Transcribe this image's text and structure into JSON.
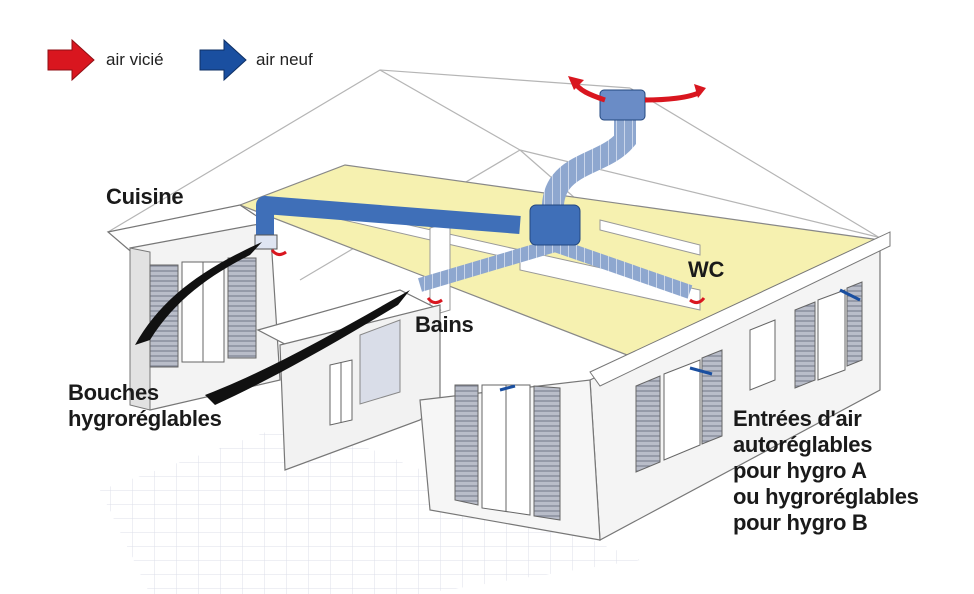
{
  "legend": {
    "stale_air": {
      "label": "air vicié",
      "color": "#d9161f"
    },
    "fresh_air": {
      "label": "air neuf",
      "color": "#1a4fa0"
    }
  },
  "rooms": {
    "kitchen": "Cuisine",
    "bathroom": "Bains",
    "wc": "WC"
  },
  "callouts": {
    "bouches": [
      "Bouches",
      "hygroréglables"
    ],
    "entrees": [
      "Entrées d'air",
      "autoréglables",
      "pour hygro A",
      "ou hygroréglables",
      "pour hygro B"
    ]
  },
  "colors": {
    "ceiling": "#f6f1b0",
    "duct": "#3f6fb8",
    "duct_flex": "#8ea7cf",
    "wall": "#f2f2f2",
    "floor_grid": "#d8dbe8",
    "shutter": "#9a9fae"
  }
}
